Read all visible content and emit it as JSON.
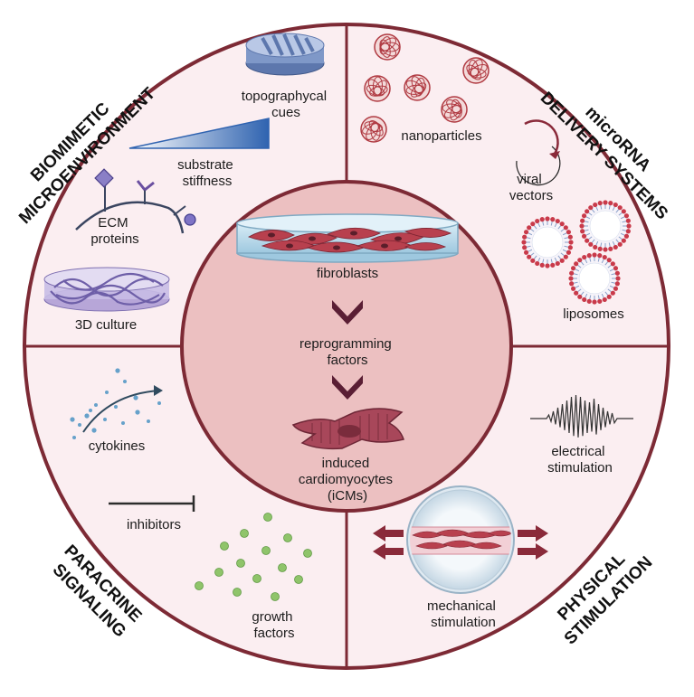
{
  "colors": {
    "quadrant_bg": "#fbeef1",
    "divider": "#7d2a35",
    "center_fill": "#ecc0c1",
    "chevron": "#5a1e34",
    "muscle": "#a8475a",
    "nanoparticle": "#b03a42",
    "growth_factor": "#8fc46a",
    "cytokine": "#4b93c3",
    "arrow_red": "#8a2a3a"
  },
  "center": {
    "fibroblasts": "fibroblasts",
    "reprogramming": [
      "reprogramming",
      "factors"
    ],
    "icms": [
      "induced",
      "cardiomyocytes",
      "(iCMs)"
    ]
  },
  "quadrants": {
    "biomimetic": {
      "title": [
        "BIOMIMETIC",
        "MICROENVIRONMENT"
      ],
      "topographical": [
        "topographycal",
        "cues"
      ],
      "substrate": [
        "substrate",
        "stiffness"
      ],
      "ecm": [
        "ECM",
        "proteins"
      ],
      "culture": "3D culture"
    },
    "microrna": {
      "title": [
        "microRNA",
        "DELIVERY SYSTEMS"
      ],
      "nanoparticles": "nanoparticles",
      "viral": [
        "viral",
        "vectors"
      ],
      "liposomes": "liposomes"
    },
    "paracrine": {
      "title": [
        "PARACRINE",
        "SIGNALING"
      ],
      "cytokines": "cytokines",
      "inhibitors": "inhibitors",
      "growth": [
        "growth",
        "factors"
      ]
    },
    "physical": {
      "title": [
        "PHYSICAL",
        "STIMULATION"
      ],
      "electrical": [
        "electrical",
        "stimulation"
      ],
      "mechanical": [
        "mechanical",
        "stimulation"
      ]
    }
  }
}
